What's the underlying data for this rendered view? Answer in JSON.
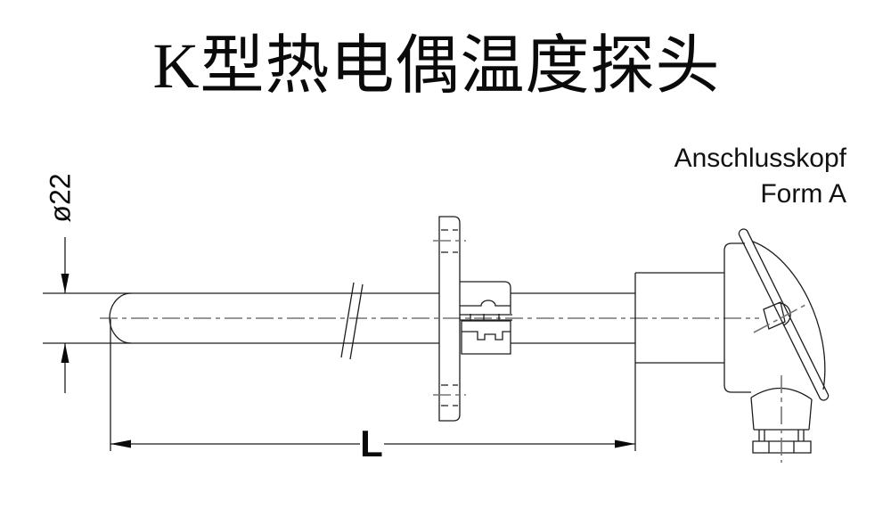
{
  "title": "K型热电偶温度探头",
  "head_label": {
    "line1": "Anschlusskopf",
    "line2": "Form A"
  },
  "dimensions": {
    "diameter": "ø22",
    "length": "L"
  },
  "drawing": {
    "type": "engineering-drawing",
    "views": [
      "side-view"
    ],
    "parts": [
      "probe-tube",
      "pipe-break-marks",
      "mounting-flange",
      "adjustable-clamp",
      "neck-adapter",
      "connection-head",
      "hinged-lid",
      "lid-screw",
      "cable-gland"
    ],
    "line_color": "#1c1c1c",
    "centerline_color": "#757575",
    "background": "#ffffff"
  }
}
